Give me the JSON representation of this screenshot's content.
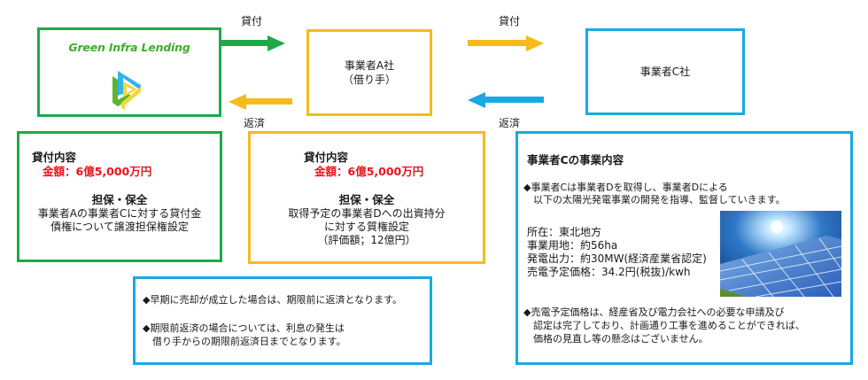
{
  "logo": {
    "brand_name": "Green Infra Lending",
    "icon": "triangle-play-logo-icon"
  },
  "flow": {
    "lender_to_a": {
      "label": "貸付",
      "color": "#1fa84a",
      "direction": "right"
    },
    "a_to_lender": {
      "label": "返済",
      "color": "#f5bb1c",
      "direction": "left"
    },
    "a_to_c": {
      "label": "貸付",
      "color": "#f5bb1c",
      "direction": "right"
    },
    "c_to_a": {
      "label": "返済",
      "color": "#1aa9e1",
      "direction": "left"
    }
  },
  "entities": {
    "company_a": {
      "line1": "事業者A社",
      "line2": "（借り手）"
    },
    "company_c": {
      "name": "事業者C社"
    }
  },
  "loan_box_1": {
    "heading": "貸付内容",
    "amount": "金額：6億5,000万円",
    "security_heading": "担保・保全",
    "security_lines": [
      "事業者Aの事業者Cに対する貸付金",
      "債権について譲渡担保権設定"
    ]
  },
  "loan_box_2": {
    "heading": "貸付内容",
    "amount": "金額：6億5,000万円",
    "security_heading": "担保・保全",
    "security_lines": [
      "取得予定の事業者Dへの出資持分",
      "に対する質権設定",
      "（評価額；12億円）"
    ]
  },
  "notes_box": {
    "items": [
      [
        "◆早期に売却が成立した場合は、期限前に返済となります。"
      ],
      [
        "◆期限前返済の場合については、利息の発生は",
        "　借り手からの期限前返済日までとなります。"
      ]
    ]
  },
  "company_c_box": {
    "heading": "事業者Cの事業内容",
    "intro_lines": [
      "◆事業者Cは事業者Dを取得し、事業者Dによる",
      "　以下の太陽光発電事業の開発を指導、監督していきます。"
    ],
    "details": [
      "所在：東北地方",
      "事業用地：約56ha",
      "発電出力：約30MW(経済産業省認定)",
      "売電予定価格：34.2円(税抜)/kwh"
    ],
    "image": "solar-panel-photo",
    "outro_lines": [
      "◆売電予定価格は、経産省及び電力会社への必要な申請及び",
      "　認定は完了しており、計画通り工事を進めることができれば、",
      "　価格の見直し等の懸念はございません。"
    ]
  }
}
